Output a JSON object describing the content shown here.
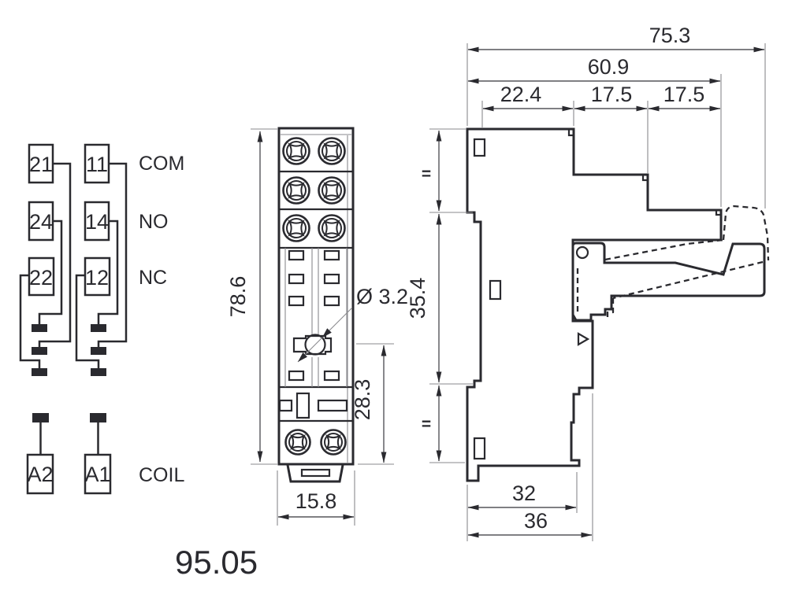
{
  "model_number": "95.05",
  "colors": {
    "ink": "#2a2a2f",
    "background": "#ffffff"
  },
  "schematic": {
    "contact_rows": [
      {
        "left": "21",
        "right": "11",
        "label": "COM"
      },
      {
        "left": "24",
        "right": "14",
        "label": "NO"
      },
      {
        "left": "22",
        "right": "12",
        "label": "NC"
      }
    ],
    "coil_row": {
      "left": "A2",
      "right": "A1",
      "label": "COIL"
    }
  },
  "front_view": {
    "height_mm": "78.6",
    "hole_diameter": "Ø 3.2",
    "hole_center_to_bottom_mm": "28.3",
    "width_mm": "15.8"
  },
  "side_view": {
    "overall_depth_mm": "75.3",
    "body_depth_mm": "60.9",
    "segments_mm": [
      "22.4",
      "17.5",
      "17.5"
    ],
    "mid_height_mm": "35.4",
    "equal_marks": [
      "=",
      "="
    ],
    "din_rail_mm": "32",
    "base_depth_mm": "36"
  }
}
